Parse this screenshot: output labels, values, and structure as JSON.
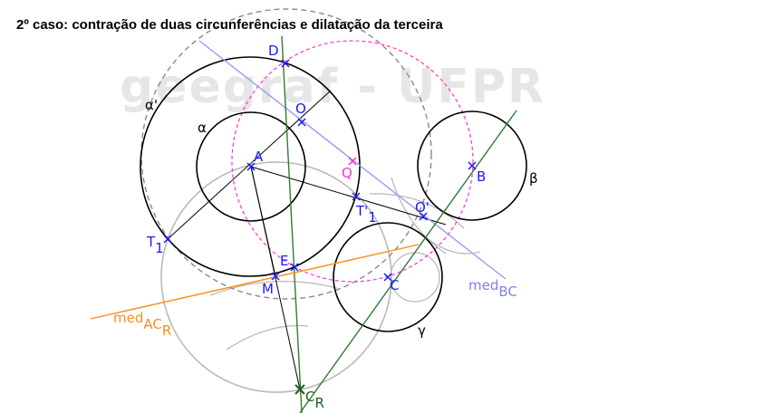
{
  "title": "2º caso: contração de duas circunferências e dilatação da terceira",
  "watermark": "geegraf - UFPR",
  "colors": {
    "point": "#1a1aff",
    "black": "#000000",
    "gray": "#b9b9b9",
    "dashed_gray": "#888888",
    "magenta": "#ff33cc",
    "green": "#2e7d32",
    "orange": "#ff8c1a",
    "lavender": "#9a9af0"
  },
  "labels": {
    "D": "D",
    "O": "O",
    "A": "A",
    "Q": "Q",
    "B": "B",
    "T1_main": "T",
    "T1_sub": "1",
    "T1p_main": "T'",
    "T1p_sub": "1",
    "Op": "O'",
    "E": "E",
    "M": "M",
    "C": "C",
    "CR_main": "C",
    "CR_sub": "R",
    "alpha": "α",
    "alpha_prime": "α'",
    "beta": "β",
    "gamma": "γ",
    "medBC_main": "med",
    "medBC_sub": "BC",
    "medACR_main": "med",
    "medACR_sub1": "AC",
    "medACR_sub2": "R"
  }
}
